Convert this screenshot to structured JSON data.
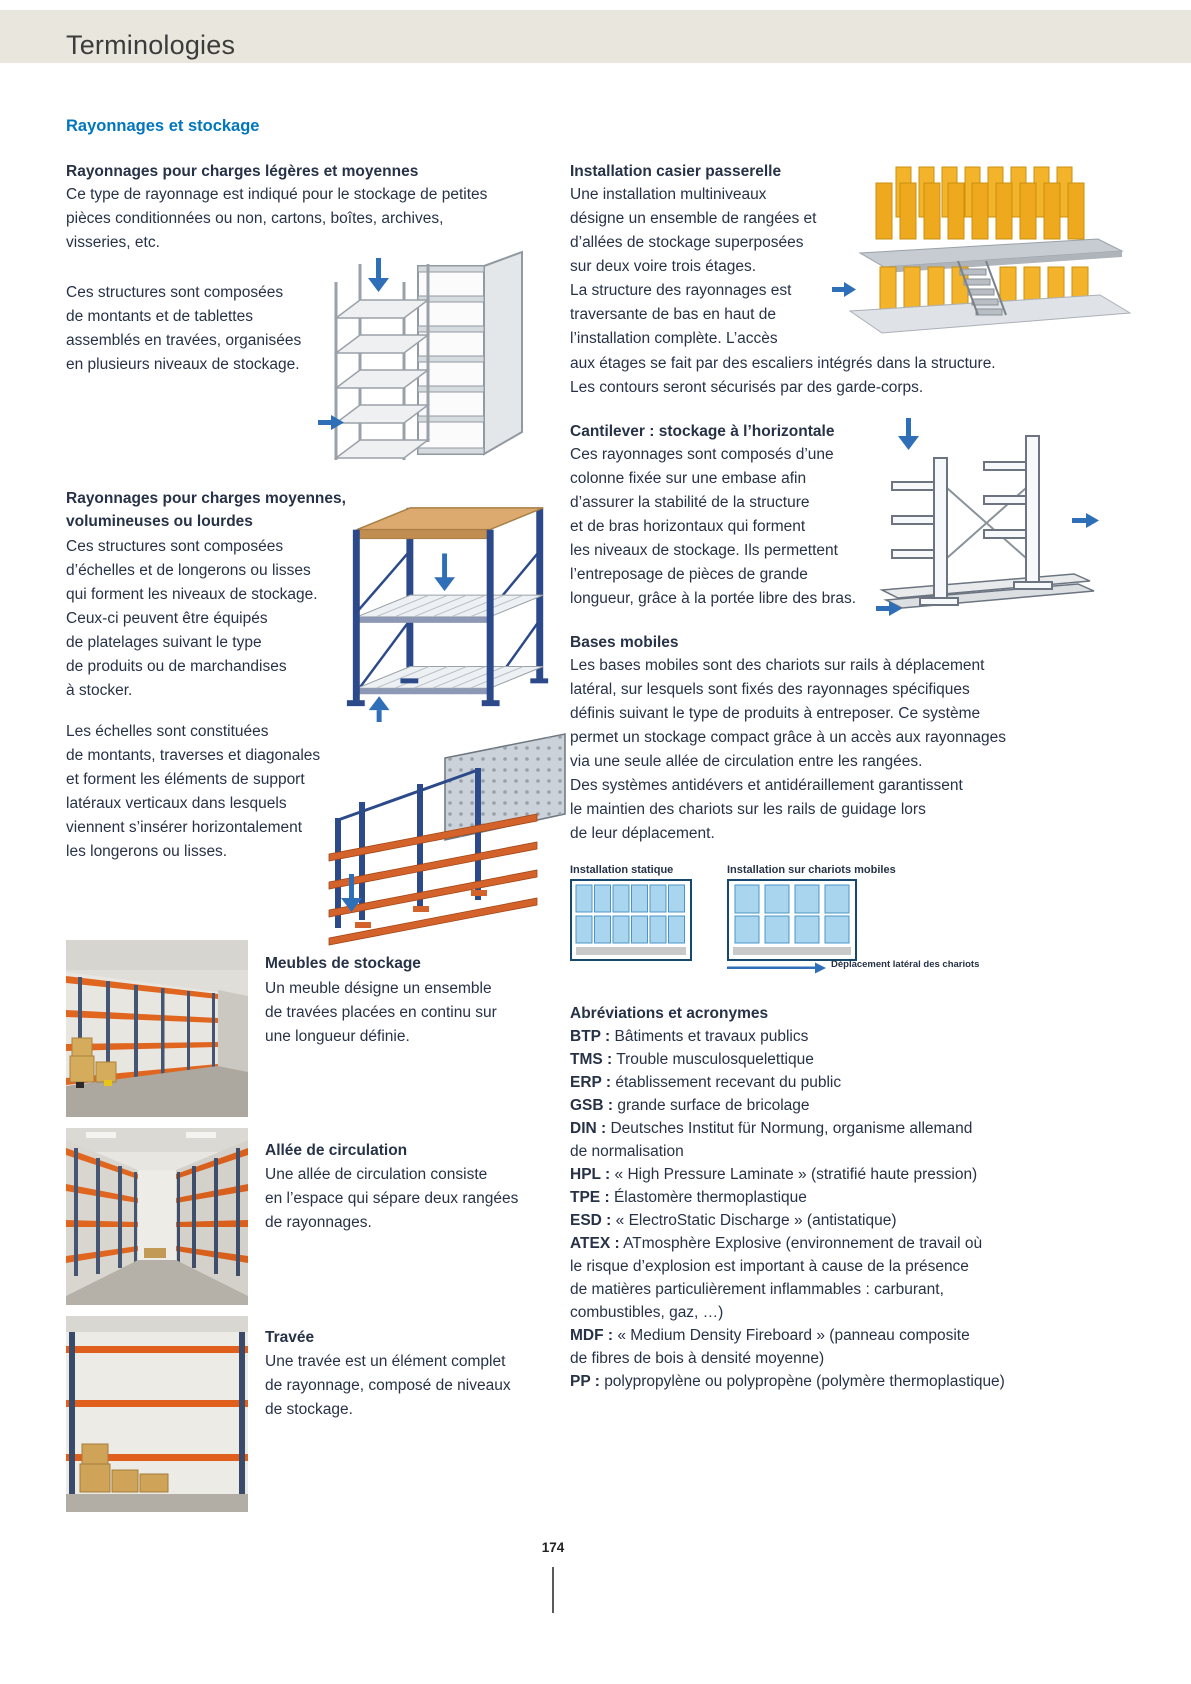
{
  "page": {
    "title": "Terminologies",
    "section_title": "Rayonnages et stockage",
    "page_number": "174"
  },
  "colors": {
    "header_bar": "#e9e6de",
    "heading_blue": "#0077bd",
    "body_navy": "#273247",
    "arrow_blue": "#2e6fb7",
    "rack_blue": "#2c4a8a",
    "rack_orange": "#d4632b",
    "locker_yellow": "#f3b32b",
    "diagram_fill": "#a9d6ee"
  },
  "left": {
    "light": {
      "heading": "Rayonnages pour charges légères et moyennes",
      "p1": "Ce type de rayonnage est indiqué pour le stockage de petites\npièces conditionnées ou non, cartons, boîtes, archives,\nvisseries, etc.",
      "p2": "Ces structures sont composées\nde montants et de tablettes\nassemblés en travées, organisées\nen plusieurs niveaux de stockage."
    },
    "medium": {
      "heading": "Rayonnages pour charges moyennes,\nvolumineuses ou lourdes",
      "p1": "Ces structures sont composées\nd’échelles et de longerons ou lisses\nqui forment les niveaux de stockage.\nCeux-ci peuvent être équipés\nde platelages suivant le type\nde produits ou de marchandises\nà stocker.",
      "p2": "Les échelles sont constituées\nde montants, traverses et diagonales\net forment les éléments de support\nlatéraux verticaux dans lesquels\nviennent s’insérer horizontalement\nles longerons ou lisses."
    },
    "meubles": {
      "heading": "Meubles de stockage",
      "p": "Un meuble désigne un ensemble\nde travées placées en continu sur\nune longueur définie."
    },
    "allee": {
      "heading": "Allée de circulation",
      "p": "Une allée de circulation consiste\nen l’espace qui sépare deux rangées\nde rayonnages."
    },
    "travee": {
      "heading": "Travée",
      "p": "Une travée est un élément complet\nde rayonnage, composé de niveaux\nde stockage."
    }
  },
  "right": {
    "casier": {
      "heading": "Installation casier passerelle",
      "p1": "Une installation multiniveaux\ndésigne un ensemble de rangées et\nd’allées de stockage superposées\nsur deux voire trois étages.\nLa structure des rayonnages est\ntraversante de bas en haut de\nl’installation complète. L’accès",
      "p2": "aux étages se fait par des escaliers intégrés dans la structure.\nLes contours seront sécurisés par des garde-corps."
    },
    "cantilever": {
      "heading": "Cantilever : stockage à l’horizontale",
      "p": "Ces rayonnages sont composés d’une\ncolonne fixée sur une embase afin\nd’assurer la stabilité de la structure\net de bras horizontaux qui forment\nles niveaux de stockage. Ils permettent\nl’entreposage de pièces de grande\nlongueur, grâce à la portée libre des bras."
    },
    "bases": {
      "heading": "Bases mobiles",
      "p": "Les bases mobiles sont des chariots sur rails à déplacement\nlatéral, sur lesquels sont fixés des rayonnages spécifiques\ndéfinis suivant le type de produits à entreposer. Ce système\npermet un stockage compact grâce à un accès aux rayonnages\nvia une seule allée de circulation entre les rangées.\nDes systèmes antidévers et antidéraillement garantissent\nle maintien des chariots sur les rails de guidage lors\nde leur déplacement.",
      "diagram_static_label": "Installation statique",
      "diagram_mobile_label": "Installation sur chariots mobiles",
      "arrow_label": "Déplacement latéral des chariots"
    },
    "abbr": {
      "heading": "Abréviations et acronymes",
      "items": [
        {
          "abbr": "BTP :",
          "text": "Bâtiments et travaux publics"
        },
        {
          "abbr": "TMS :",
          "text": "Trouble musculosquelettique"
        },
        {
          "abbr": "ERP :",
          "text": "établissement recevant du public"
        },
        {
          "abbr": "GSB :",
          "text": "grande surface de bricolage"
        },
        {
          "abbr": "DIN :",
          "text": "Deutsches Institut für Normung, organisme allemand\nde normalisation"
        },
        {
          "abbr": "HPL :",
          "text": "« High Pressure Laminate » (stratifié haute pression)"
        },
        {
          "abbr": "TPE :",
          "text": "Élastomère thermoplastique"
        },
        {
          "abbr": "ESD :",
          "text": "« ElectroStatic Discharge » (antistatique)"
        },
        {
          "abbr": "ATEX :",
          "text": "ATmosphère Explosive (environnement de travail où\nle risque d’explosion est important à cause de la présence\nde matières particulièrement inflammables : carburant,\ncombustibles, gaz, …)"
        },
        {
          "abbr": "MDF :",
          "text": "« Medium Density Fireboard » (panneau composite\nde fibres de bois à densité moyenne)"
        },
        {
          "abbr": "PP :",
          "text": "polypropylène ou polypropène (polymère thermoplastique)"
        }
      ]
    }
  }
}
